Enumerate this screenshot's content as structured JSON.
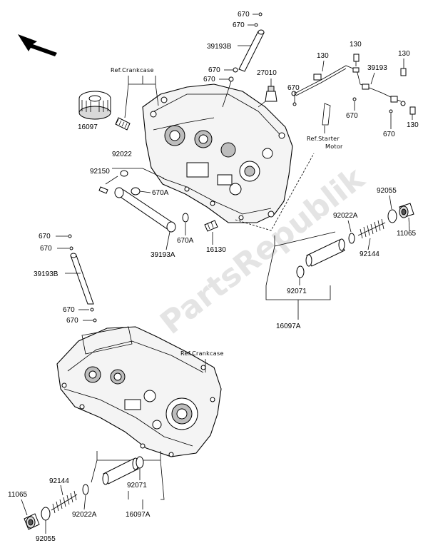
{
  "labels": {
    "p670_a": "670",
    "p670_b": "670",
    "p39193b_top": "39193B",
    "p670_c": "670",
    "p670_d": "670",
    "p27010": "27010",
    "p130_a": "130",
    "p130_b": "130",
    "p130_c": "130",
    "p39193": "39193",
    "p670_e": "670",
    "p670_f": "670",
    "p130_d": "130",
    "p670_g": "670",
    "p16097": "16097",
    "p92022": "92022",
    "p92150": "92150",
    "p670a_1": "670A",
    "p670a_2": "670A",
    "p39193a": "39193A",
    "p16130": "16130",
    "p92055_r": "92055",
    "p11065_r": "11065",
    "p92022a_r": "92022A",
    "p92144_r": "92144",
    "p92071_r": "92071",
    "p16097a_r": "16097A",
    "p670_h": "670",
    "p670_i": "670",
    "p39193b_left": "39193B",
    "p670_j": "670",
    "p670_k": "670",
    "p92144_b": "92144",
    "p11065_b": "11065",
    "p92022a_b": "92022A",
    "p92055_b": "92055",
    "p92071_b": "92071",
    "p16097a_b": "16097A"
  },
  "refs": {
    "crankcase_top": "Ref.Crankcase",
    "starter_motor_1": "Ref.Starter",
    "starter_motor_2": "Motor",
    "crankcase_bottom": "Ref.Crankcase"
  },
  "watermark": "PartsRepublik",
  "colors": {
    "line": "#000000",
    "fill": "#ffffff",
    "watermark": "#cfcfcf"
  }
}
